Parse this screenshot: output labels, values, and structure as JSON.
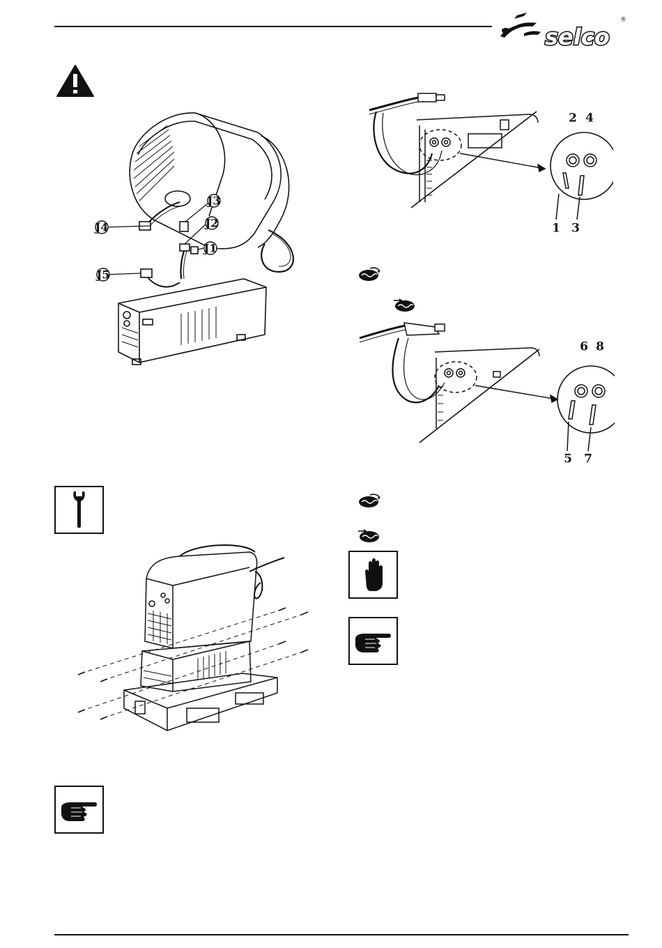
{
  "header": {
    "brand": "selco",
    "registered": "®"
  },
  "figure_harness": {
    "labels": [
      "J1",
      "J2",
      "J3",
      "J4",
      "J5"
    ]
  },
  "figure_cooler_hoses": {
    "labels": [
      "1",
      "2",
      "3",
      "4"
    ]
  },
  "figure_torch_hoses": {
    "labels": [
      "5",
      "6",
      "7",
      "8"
    ]
  },
  "icons": {
    "warning": "warning-triangle-icon",
    "wrench": "wrench-icon",
    "hand_stop": "hand-stop-icon",
    "pointing_hand": "pointing-hand-icon",
    "coolant_out": "coolant-out-icon",
    "coolant_in": "coolant-in-icon"
  },
  "colors": {
    "ink": "#111111",
    "paper": "#ffffff"
  }
}
